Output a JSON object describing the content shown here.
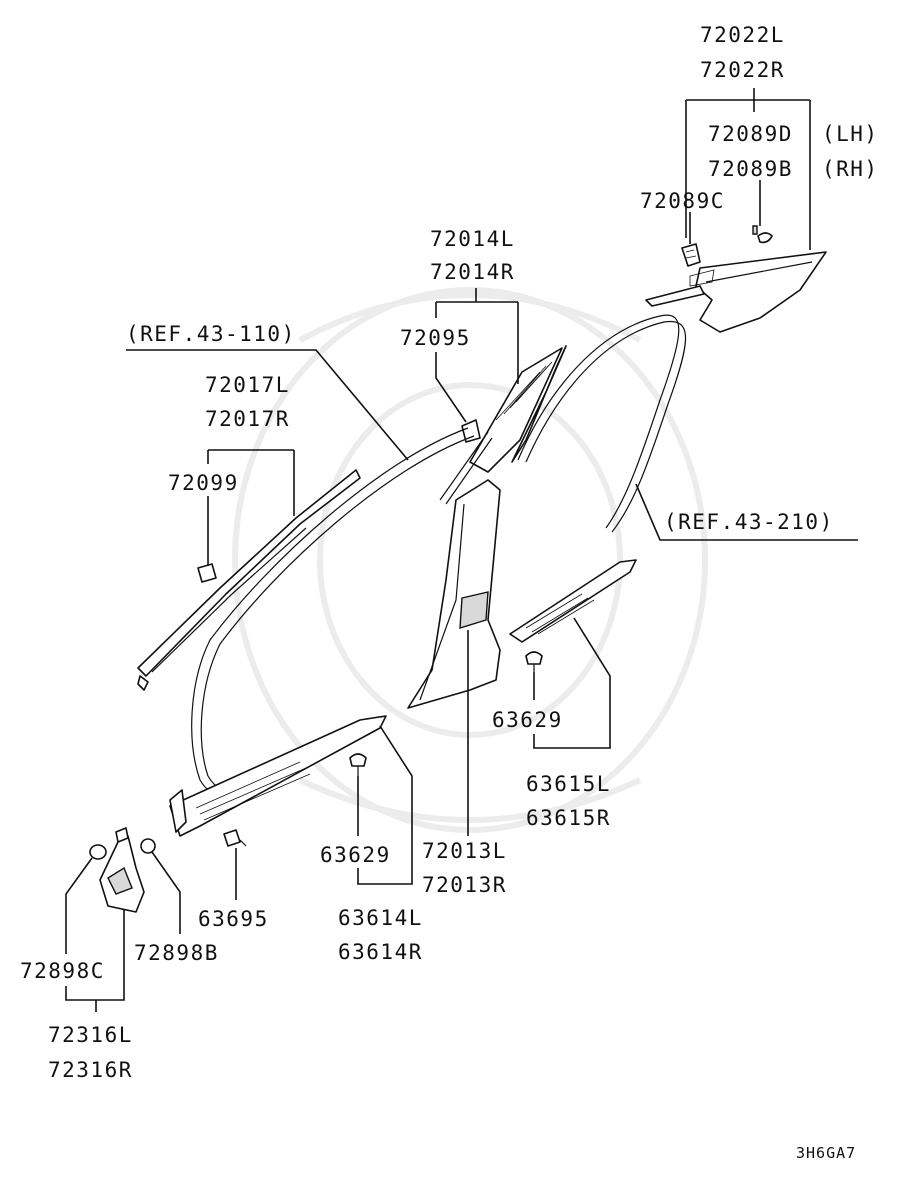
{
  "labels": {
    "p72022L": "72022L",
    "p72022R": "72022R",
    "p72089D": "72089D",
    "lh": "(LH)",
    "p72089B": "72089B",
    "rh": "(RH)",
    "p72089C": "72089C",
    "p72014L": "72014L",
    "p72014R": "72014R",
    "p72095": "72095",
    "ref43_110": "(REF.43-110)",
    "p72017L": "72017L",
    "p72017R": "72017R",
    "p72099": "72099",
    "ref43_210": "(REF.43-210)",
    "p63629a": "63629",
    "p63615L": "63615L",
    "p63615R": "63615R",
    "p72013L": "72013L",
    "p72013R": "72013R",
    "p63629b": "63629",
    "p63614L": "63614L",
    "p63614R": "63614R",
    "p63695": "63695",
    "p72898B": "72898B",
    "p72898C": "72898C",
    "p72316L": "72316L",
    "p72316R": "72316R"
  },
  "diagram_code": "3H6GA7"
}
